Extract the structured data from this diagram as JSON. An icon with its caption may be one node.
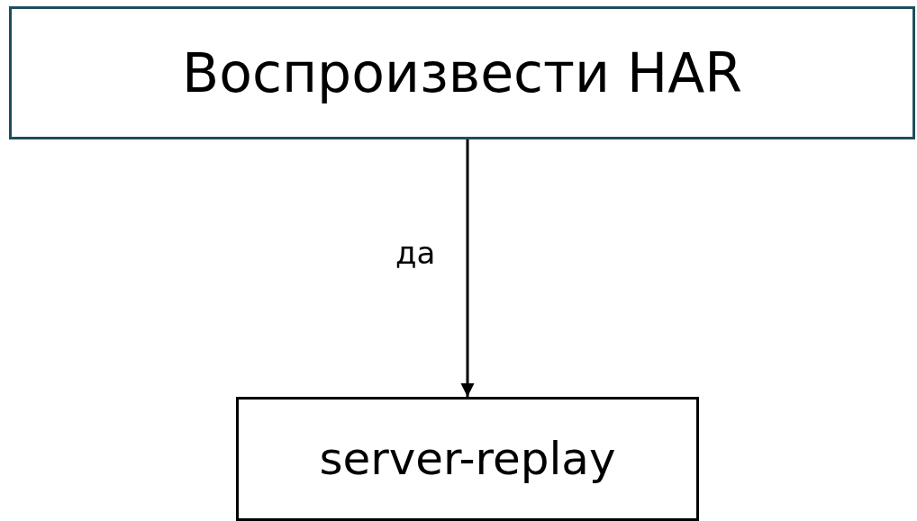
{
  "diagram": {
    "nodes": [
      {
        "text": [
          "Воспроизвести HAR"
        ]
      },
      {
        "text": [
          "server-replay"
        ]
      }
    ],
    "edges": [
      {
        "from": 0,
        "to": 1,
        "arrow": "to",
        "label": "да"
      }
    ]
  }
}
